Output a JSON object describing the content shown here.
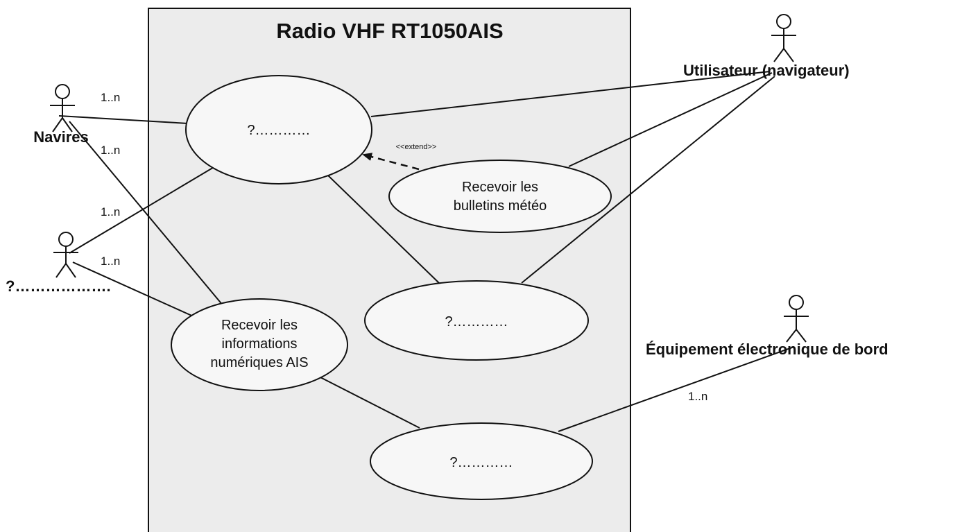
{
  "system": {
    "title": "Radio VHF RT1050AIS",
    "background": "#ececec"
  },
  "actors": {
    "navires": "Navires",
    "unknown": "?……………….",
    "utilisateur": "Utilisateur (navigateur)",
    "equipement": "Équipement électronique de bord"
  },
  "use_cases": {
    "uc1": [
      "?…………"
    ],
    "uc2": [
      "Recevoir les",
      "bulletins météo"
    ],
    "uc3": [
      "?…………"
    ],
    "uc4": [
      "Recevoir les",
      "informations",
      "numériques AIS"
    ],
    "uc5": [
      "?…………"
    ]
  },
  "relations": {
    "extend_label": "<<extend>>"
  },
  "multiplicities": {
    "navires_uc1": "1..n",
    "navires_uc4": "1..n",
    "unknown_uc1": "1..n",
    "unknown_uc4": "1..n",
    "equipement_uc5": "1..n"
  }
}
